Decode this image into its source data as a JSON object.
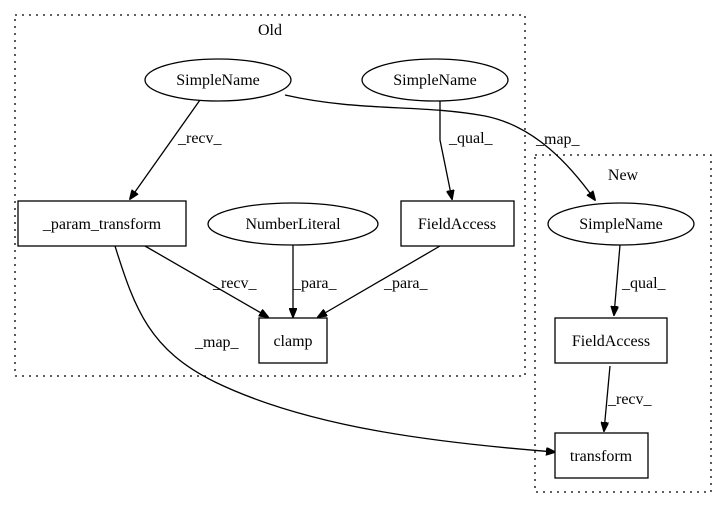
{
  "clusters": {
    "old": {
      "label": "Old"
    },
    "new": {
      "label": "New"
    }
  },
  "nodes": {
    "old_simplename_1": "SimpleName",
    "old_simplename_2": "SimpleName",
    "param_transform": "_param_transform",
    "number_literal": "NumberLiteral",
    "old_field_access": "FieldAccess",
    "clamp": "clamp",
    "new_simplename": "SimpleName",
    "new_field_access": "FieldAccess",
    "transform": "transform"
  },
  "edges": {
    "sn1_to_param_transform": "_recv_",
    "sn2_to_field_access": "_qual_",
    "sn1_to_new_simplename": "_map_",
    "param_transform_to_clamp": "_recv_",
    "number_literal_to_clamp": "_para_",
    "field_access_to_clamp": "_para_",
    "param_transform_to_transform": "_map_",
    "new_simplename_to_field_access": "_qual_",
    "new_field_access_to_transform": "_recv_"
  }
}
